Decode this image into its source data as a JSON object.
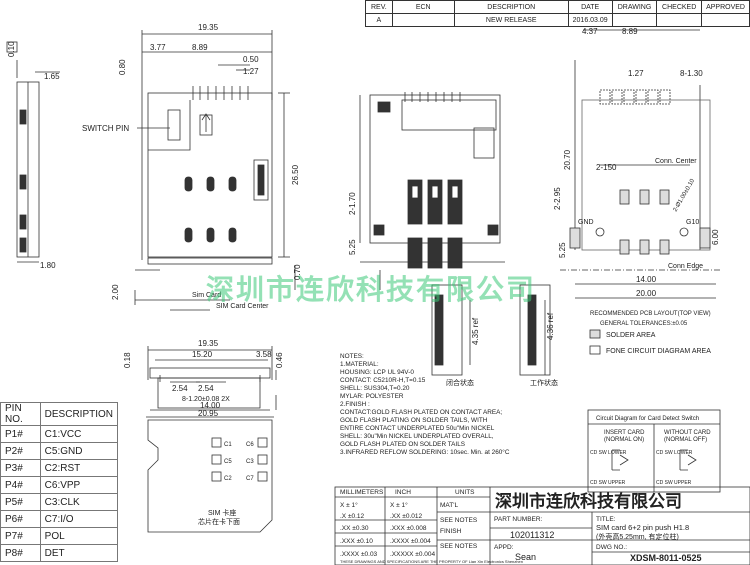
{
  "revision_table": {
    "headers": [
      "REV.",
      "ECN",
      "DESCRIPTION",
      "DATE",
      "DRAWING",
      "CHECKED",
      "APPROVED"
    ],
    "row": [
      "A",
      "",
      "NEW RELEASE",
      "2016.03.09",
      "",
      "",
      ""
    ]
  },
  "dimensions": {
    "top_width": "19.35",
    "d377": "3.77",
    "d889": "8.89",
    "d050": "0.50",
    "d127": "1.27",
    "d080": "0.80",
    "d010": "0.10",
    "d165": "1.65",
    "d2650": "26.50",
    "d180": "1.80",
    "d200": "2.00",
    "d070": "0.70",
    "bottom_1935": "19.35",
    "d1520": "15.20",
    "d358": "3.58",
    "d018": "0.18",
    "d046": "0.46",
    "d254a": "2.54",
    "d254b": "2.54",
    "d1400": "14.00",
    "d2095": "20.95",
    "pad": "8-1.20±0.08 2X",
    "d170": "2-1.70",
    "d525": "5.25",
    "d435": "4.35 ref",
    "r437": "4.37",
    "r889": "8.89",
    "r127": "1.27",
    "r130": "8-1.30",
    "r2070": "20.70",
    "r295": "2-2.95",
    "r150": "2-150",
    "r525": "5.25",
    "r600": "6.00",
    "r1400": "14.00",
    "r2000": "20.00",
    "r436": "4.36 ref",
    "rhole": "2-Ø1.00±0.10"
  },
  "labels": {
    "switch_pin": "SWITCH PIN",
    "sim_card": "Sim Card",
    "sim_card_center": "SIM Card Center",
    "conn_center": "Conn. Center",
    "conn_edge": "Conn Edge",
    "gnd": "GND",
    "c10": "G10",
    "pcb_title": "RECOMMENDED PCB LAYOUT(TOP VIEW)",
    "tolerance": "GENERAL TOLERANCES:±0.05",
    "solder_area": "SOLDER AREA",
    "fone_area": "FONE CIRCUIT DIAGRAM AREA",
    "side_caption_left": "闭合状态",
    "side_caption_right": "工作状态",
    "sim_note_1": "SIM 卡座",
    "sim_note_2": "芯片在卡下面",
    "contact_n1": "C1",
    "contact_n2": "C5",
    "contact_n3": "C2",
    "contact_n4": "C6",
    "contact_n5": "C3",
    "contact_n6": "C7"
  },
  "notes": [
    "NOTES:",
    "1.MATERIAL:",
    "  HOUSING: LCP UL 94V-0",
    "  CONTACT: C5210R-H,T=0.15",
    "  SHELL: SUS304,T=0.20",
    "  MYLAR: POLYESTER",
    "2.FINISH :",
    "  CONTACT:GOLD FLASH PLATED ON CONTACT AREA;",
    "           GOLD FLASH PLATING ON SOLDER TAILS, WITH",
    "           ENTIRE CONTACT UNDERPLATED 50u\"Min NICKEL",
    "  SHELL: 30u\"Min NICKEL UNDERPLATED OVERALL,",
    "           GOLD FLASH PLATED ON SOLDER TAILS",
    "3.INFRARED REFLOW SOLDERING: 10sec. Min. at 260°C"
  ],
  "pin_table": {
    "headers": [
      "PIN NO.",
      "DESCRIPTION"
    ],
    "rows": [
      [
        "P1#",
        "C1:VCC"
      ],
      [
        "P2#",
        "C5:GND"
      ],
      [
        "P3#",
        "C2:RST"
      ],
      [
        "P4#",
        "C6:VPP"
      ],
      [
        "P5#",
        "C3:CLK"
      ],
      [
        "P6#",
        "C7:I/O"
      ],
      [
        "P7#",
        "POL"
      ],
      [
        "P8#",
        "DET"
      ]
    ]
  },
  "circuit": {
    "title": "Circuit Diagram for Card Detect Switch",
    "insert": "INSERT CARD",
    "insert_sub": "(NORMAL ON)",
    "without": "WITHOUT CARD",
    "without_sub": "(NORMAL OFF)",
    "sw_lower": "CD SW LOWER",
    "sw_upper": "CD SW UPPER"
  },
  "title_block": {
    "millimeters": "MILLIMETERS",
    "inch": "INCH",
    "units": "UNITS",
    "tol1a": "X ± 1°",
    "tol1b": "X ± 1°",
    "tol2a": ".X ±0.12",
    "tol2b": ".XX ±0.012",
    "tol3a": ".XX ±0.30",
    "tol3b": ".XXX ±0.008",
    "tol4a": ".XXX ±0.10",
    "tol4b": ".XXXX ±0.004",
    "tol5a": ".XXXX ±0.03",
    "tol5b": ".XXXXX ±0.004",
    "matl": "MAT'L",
    "see_notes1": "SEE NOTES",
    "finish": "FINISH",
    "see_notes2": "SEE NOTES",
    "part_number_label": "PART NUMBER:",
    "part_number": "102011312",
    "appd_label": "APPD:",
    "appd": "Sean",
    "title_label": "TITLE:",
    "title_line1": "SIM card 6+2 pin push H1.8",
    "title_line2": "(外壳高5.25mm, 有定位柱)",
    "dwg_no_label": "DWG NO.:",
    "dwg_no": "XDSM-8011-0525",
    "company": "深圳市连欣科技有限公司",
    "disclaimer": "THESE DRAWINGS AND SPECIFICATIONS ARE THE PROPERTY OF Lian Xin Electronics Shenzhen"
  },
  "watermark": "深圳市连欣科技有限公司"
}
